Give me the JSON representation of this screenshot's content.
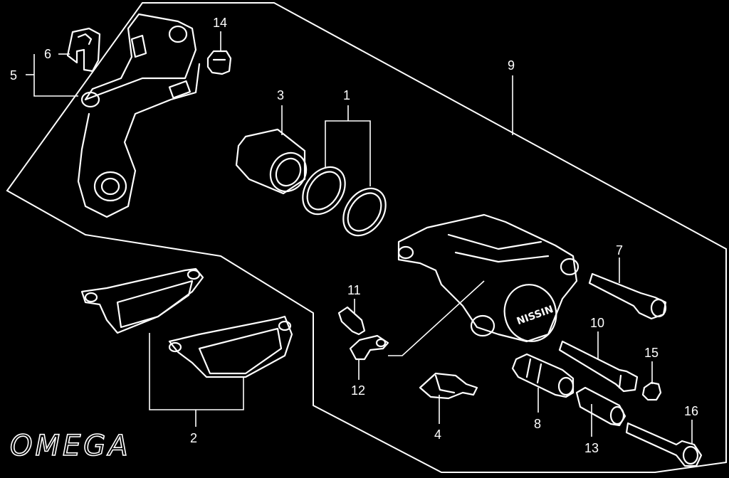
{
  "callouts": {
    "c1": "1",
    "c2": "2",
    "c3": "3",
    "c4": "4",
    "c5": "5",
    "c6": "6",
    "c7": "7",
    "c8": "8",
    "c9": "9",
    "c10": "10",
    "c11": "11",
    "c12": "12",
    "c13": "13",
    "c14": "14",
    "c15": "15",
    "c16": "16"
  },
  "watermark": "OMEGA",
  "caliper_logo": "NISSIN"
}
